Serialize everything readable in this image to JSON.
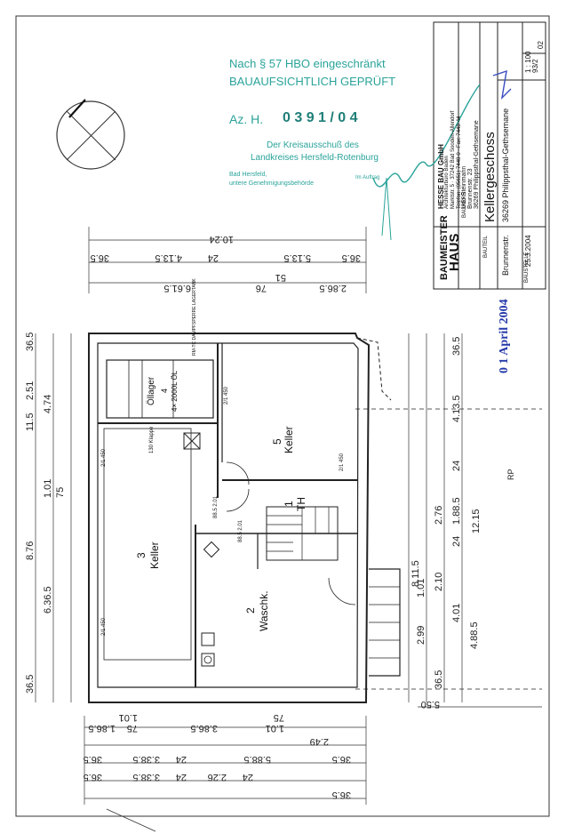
{
  "stamp": {
    "line1": "Nach § 57 HBO eingeschränkt",
    "line2": "BAUAUFSICHTLICH GEPRÜFT",
    "az_label": "Az. H.",
    "az_number": "0 3 9 1 / 0 4",
    "authority1": "Der Kreisausschuß des",
    "authority2": "Landkreises Hersfeld-Rotenburg",
    "office1": "Bad Hersfeld,",
    "office2": "untere Genehmigungsbehörde",
    "signed": "Im Auftrag"
  },
  "date_stamp": "0 1 April 2004",
  "title_block": {
    "logo_line1": "BAUMEISTER",
    "logo_line2": "HAUS",
    "row_bauherr_label": "BAUHERR",
    "row_bauteil_label": "BAUTEIL",
    "row_baustelle_label": "BAUSTELLE",
    "company1": "HESSE BAU GmbH",
    "company2": "Architekturbüro Baden",
    "company3": "Marktstr. 5 · 37242 Bad Sooden-Allendorf",
    "company4": "Telefon: (05651) 7448-0 · Fax: 7448-44",
    "client1": "Udo Steinmann",
    "client2": "Brunnenstr. 23",
    "client3": "36269 Philippsthal-Gethsemane",
    "drawing_title": "Kellergeschoss",
    "site1": "Brunnenstr.",
    "site2": "36269 Philippsthal-Gethsemane",
    "scale": "1 : 100",
    "date": "25.3.2004",
    "sheet_no": "93/2",
    "index": "02"
  },
  "rooms": {
    "r1_num": "1",
    "r1_name": "TH",
    "r2_num": "2",
    "r2_name": "Waschk.",
    "r3_num": "3",
    "r3_name": "Keller",
    "r4_num": "4",
    "r4_name": "Öllager",
    "r4_sub": "4× 2000L ÖL",
    "r5_num": "5",
    "r5_name": "Keller",
    "hatch": "130 Klappe",
    "note_rm": "RM-TC DAMPFSPERRE LAGERTANK"
  },
  "dims": {
    "top_total": "10.24",
    "top_a": "36.5",
    "top_b": "4.13.5",
    "top_c": "24",
    "top_d": "5.13.5",
    "top_e": "36.5",
    "top_f": "6.61.5",
    "top_g": "76",
    "top_h": "51",
    "top_i": "2.86.5",
    "left_a": "36.5",
    "left_b": "2.51",
    "left_c": "4.74",
    "left_d": "11.5",
    "left_e": "1.01",
    "left_f": "75",
    "left_g": "8.76",
    "left_h": "6.36.5",
    "left_i": "36.5",
    "right_total": "8.11.5",
    "right_a": "36.5",
    "right_b": "4.13.5",
    "right_c": "24",
    "right_d": "2.76",
    "right_e": "24",
    "right_f": "1.88.5",
    "right_g": "4.01",
    "right_h": "2.10",
    "right_i": "1.01",
    "right_j": "2.99",
    "right_k": "36.5",
    "right_l": "4.88.5",
    "right_m": "12.15",
    "bottom_a": "5.50",
    "bottom_b": "1.01",
    "bottom_c": "75",
    "bottom_d": "1.86.5",
    "bottom_e": "3.86.5",
    "bottom_f": "1.01",
    "bottom_g": "75",
    "bottom_h": "2.49",
    "bottom_i": "36.5",
    "bottom_j": "3.38.5",
    "bottom_k": "24",
    "bottom_l": "5.88.5",
    "bottom_m": "36.5",
    "bottom_n": "2.26",
    "bottom_o": "24",
    "bottom_p": "3.38.5",
    "bottom_q": "36.5",
    "bottom_r": "36.5",
    "bottom_s": "24",
    "openings_a": "2/1 450",
    "openings_b": "2/1 450",
    "openings_c": "2/1 450",
    "openings_d": "2/1 450",
    "door1": "88.5 2.01",
    "door2": "88.5 2.01",
    "rp_label": "RP"
  }
}
